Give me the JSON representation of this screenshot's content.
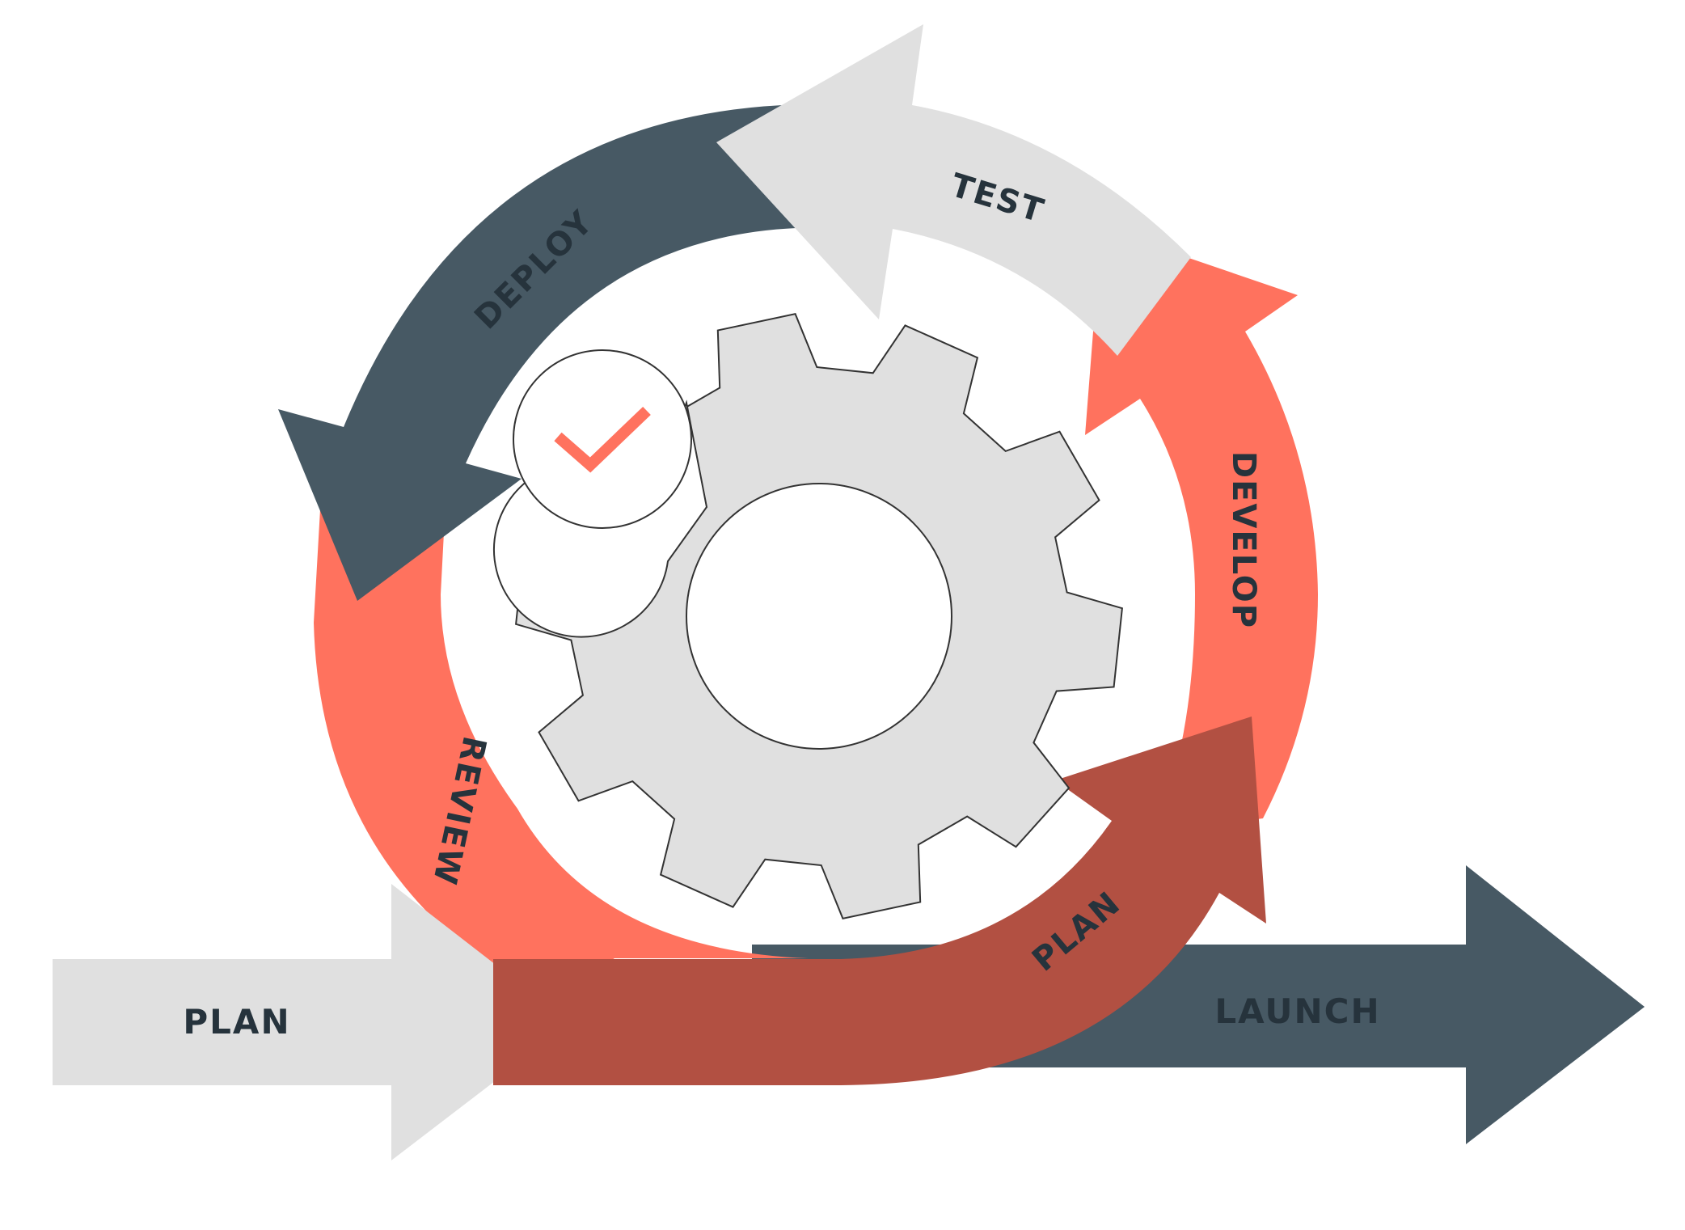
{
  "colors": {
    "dark": "#475964",
    "light_gray": "#e0e0e0",
    "coral": "#ff725e",
    "brick": "#b25042",
    "label": "#26333c",
    "check": "#ff725e"
  },
  "stages": {
    "plan_start": "PLAN",
    "launch": "LAUNCH",
    "review": "REVIEW",
    "deploy": "DEPLOY",
    "test": "TEST",
    "develop": "DEVELOP",
    "plan_loop": "PLAN"
  },
  "icons": {
    "center": "gear-icon",
    "badge": "checkmark-icon"
  }
}
